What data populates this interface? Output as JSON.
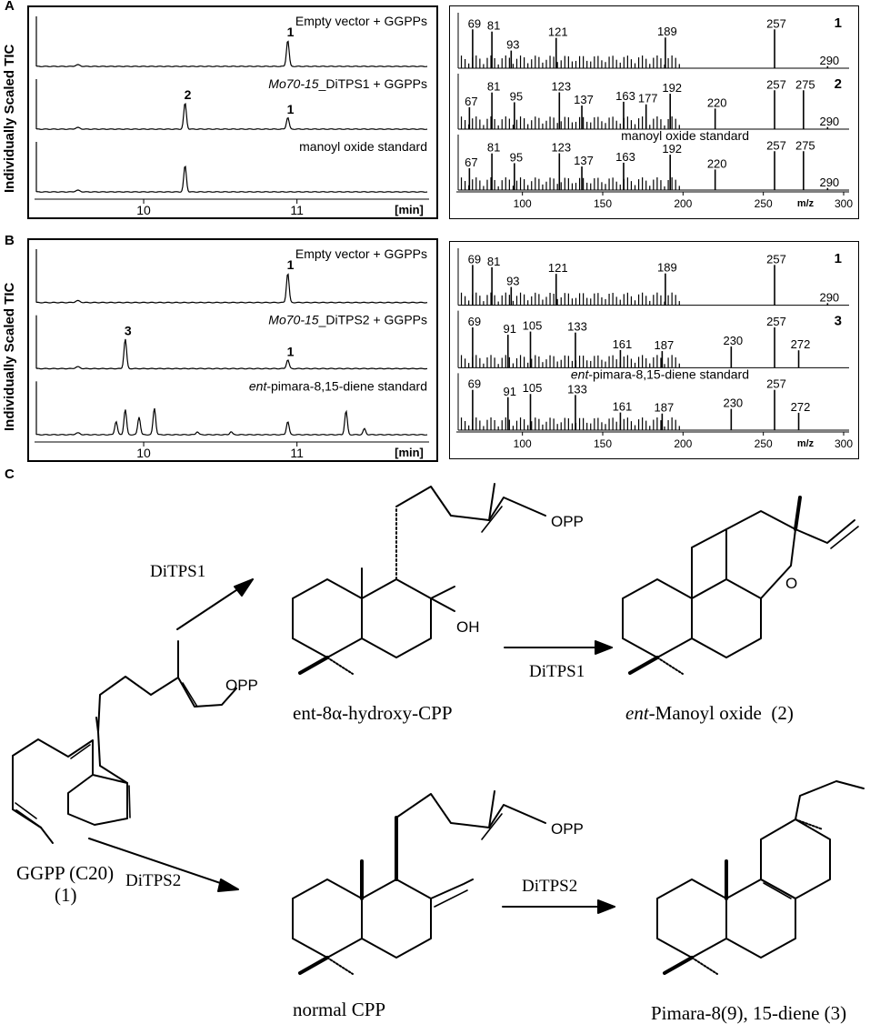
{
  "panels": {
    "A": {
      "letter": "A",
      "ylabel": "Individually Scaled TIC",
      "chrom_traces": [
        {
          "label_plain": "Empty vector + GGPPs",
          "label_italic": "",
          "peaks": [
            {
              "rt": 10.94,
              "h": 1.0,
              "num": "1"
            }
          ]
        },
        {
          "label_italic": "Mo70-15",
          "label_plain": "_DiTPS1 + GGPPs",
          "peaks": [
            {
              "rt": 10.27,
              "h": 1.0,
              "num": "2"
            },
            {
              "rt": 10.94,
              "h": 0.45,
              "num": "1"
            }
          ]
        },
        {
          "label_plain": "manoyl oxide standard",
          "label_italic": "",
          "peaks": [
            {
              "rt": 10.27,
              "h": 1.0,
              "num": ""
            }
          ]
        }
      ],
      "chrom_axis": {
        "ticks": [
          "10",
          "11"
        ],
        "unit": "[min]"
      },
      "ms_spectra": [
        {
          "id": "1",
          "labels": [
            {
              "mz": 69,
              "t": "69"
            },
            {
              "mz": 81,
              "t": "81"
            },
            {
              "mz": 93,
              "t": "93"
            },
            {
              "mz": 121,
              "t": "121"
            },
            {
              "mz": 189,
              "t": "189"
            },
            {
              "mz": 257,
              "t": "257"
            },
            {
              "mz": 290,
              "t": "290"
            }
          ]
        },
        {
          "id": "2",
          "labels": [
            {
              "mz": 67,
              "t": "67"
            },
            {
              "mz": 81,
              "t": "81"
            },
            {
              "mz": 95,
              "t": "95"
            },
            {
              "mz": 123,
              "t": "123"
            },
            {
              "mz": 137,
              "t": "137"
            },
            {
              "mz": 163,
              "t": "163"
            },
            {
              "mz": 177,
              "t": "177"
            },
            {
              "mz": 192,
              "t": "192"
            },
            {
              "mz": 220,
              "t": "220"
            },
            {
              "mz": 257,
              "t": "257"
            },
            {
              "mz": 275,
              "t": "275"
            },
            {
              "mz": 290,
              "t": "290"
            }
          ]
        },
        {
          "id": "",
          "title": "manoyl oxide standard",
          "labels": [
            {
              "mz": 67,
              "t": "67"
            },
            {
              "mz": 81,
              "t": "81"
            },
            {
              "mz": 95,
              "t": "95"
            },
            {
              "mz": 123,
              "t": "123"
            },
            {
              "mz": 137,
              "t": "137"
            },
            {
              "mz": 163,
              "t": "163"
            },
            {
              "mz": 192,
              "t": "192"
            },
            {
              "mz": 220,
              "t": "220"
            },
            {
              "mz": 257,
              "t": "257"
            },
            {
              "mz": 275,
              "t": "275"
            },
            {
              "mz": 290,
              "t": "290"
            }
          ]
        }
      ],
      "ms_axis": {
        "ticks": [
          "100",
          "150",
          "200",
          "250",
          "300"
        ],
        "unit": "m/z"
      }
    },
    "B": {
      "letter": "B",
      "ylabel": "Individually Scaled TIC",
      "chrom_traces": [
        {
          "label_plain": "Empty vector + GGPPs",
          "label_italic": "",
          "peaks": [
            {
              "rt": 10.94,
              "h": 1.0,
              "num": "1"
            }
          ]
        },
        {
          "label_italic": "Mo70-15",
          "label_plain": "_DiTPS2 + GGPPs",
          "peaks": [
            {
              "rt": 9.88,
              "h": 1.0,
              "num": "3"
            },
            {
              "rt": 10.94,
              "h": 0.3,
              "num": "1"
            }
          ]
        },
        {
          "label_italic": "ent",
          "label_plain": "-pimara-8,15-diene standard",
          "peaks": [
            {
              "rt": 9.82,
              "h": 0.45
            },
            {
              "rt": 9.88,
              "h": 0.85
            },
            {
              "rt": 9.97,
              "h": 0.6
            },
            {
              "rt": 10.07,
              "h": 0.9
            },
            {
              "rt": 10.35,
              "h": 0.1
            },
            {
              "rt": 10.57,
              "h": 0.1
            },
            {
              "rt": 10.94,
              "h": 0.45
            },
            {
              "rt": 11.32,
              "h": 0.8
            },
            {
              "rt": 11.44,
              "h": 0.2
            }
          ]
        }
      ],
      "chrom_axis": {
        "ticks": [
          "10",
          "11"
        ],
        "unit": "[min]"
      },
      "ms_spectra": [
        {
          "id": "1",
          "labels": [
            {
              "mz": 69,
              "t": "69"
            },
            {
              "mz": 81,
              "t": "81"
            },
            {
              "mz": 93,
              "t": "93"
            },
            {
              "mz": 121,
              "t": "121"
            },
            {
              "mz": 189,
              "t": "189"
            },
            {
              "mz": 257,
              "t": "257"
            },
            {
              "mz": 290,
              "t": "290"
            }
          ]
        },
        {
          "id": "3",
          "labels": [
            {
              "mz": 69,
              "t": "69"
            },
            {
              "mz": 91,
              "t": "91"
            },
            {
              "mz": 105,
              "t": "105"
            },
            {
              "mz": 133,
              "t": "133"
            },
            {
              "mz": 161,
              "t": "161"
            },
            {
              "mz": 187,
              "t": "187"
            },
            {
              "mz": 230,
              "t": "230"
            },
            {
              "mz": 257,
              "t": "257"
            },
            {
              "mz": 272,
              "t": "272"
            }
          ]
        },
        {
          "id": "",
          "title_italic": "ent",
          "title": "-pimara-8,15-diene standard",
          "labels": [
            {
              "mz": 69,
              "t": "69"
            },
            {
              "mz": 91,
              "t": "91"
            },
            {
              "mz": 105,
              "t": "105"
            },
            {
              "mz": 133,
              "t": "133"
            },
            {
              "mz": 161,
              "t": "161"
            },
            {
              "mz": 187,
              "t": "187"
            },
            {
              "mz": 230,
              "t": "230"
            },
            {
              "mz": 257,
              "t": "257"
            },
            {
              "mz": 272,
              "t": "272"
            }
          ]
        }
      ],
      "ms_axis": {
        "ticks": [
          "100",
          "150",
          "200",
          "250",
          "300"
        ],
        "unit": "m/z"
      }
    },
    "C": {
      "letter": "C",
      "compounds": {
        "ggpp": "GGPP (C20)",
        "ggpp_num": "(1)",
        "hydroxy_cpp": "ent-8α-hydroxy-CPP",
        "manoyl_italic": "ent",
        "manoyl": "-Manoyl oxide",
        "manoyl_num": "(2)",
        "normal_cpp": "normal CPP",
        "pimara": "Pimara-8(9), 15-diene (3)"
      },
      "enzymes": {
        "e1": "DiTPS1",
        "e2": "DiTPS1",
        "e3": "DiTPS2",
        "e4": "DiTPS2"
      },
      "groups": {
        "opp": "OPP",
        "oh": "OH",
        "o": "O"
      }
    }
  }
}
